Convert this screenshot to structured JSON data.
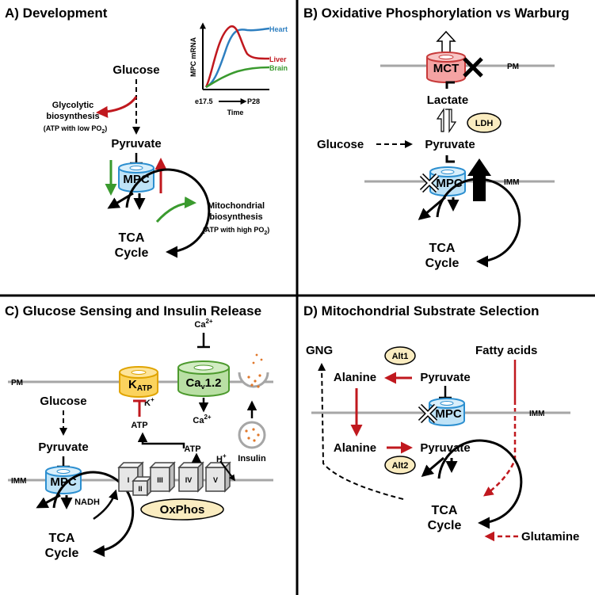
{
  "panels": {
    "a": {
      "title": "A) Development",
      "glucose": "Glucose",
      "pyruvate": "Pyruvate",
      "mpc": "MPC",
      "glyco_line1": "Glycolytic",
      "glyco_line2": "biosynthesis",
      "glyco_line3_pre": "(ATP with low PO",
      "glyco_line3_sub": "2",
      "glyco_line3_post": ")",
      "mito_line1": "Mitochondrial",
      "mito_line2": "biosynthesis",
      "mito_line3_pre": "(ATP with high PO",
      "mito_line3_sub": "2",
      "mito_line3_post": ")",
      "tca_line1": "TCA",
      "tca_line2": "Cycle",
      "inset": {
        "ylabel": "MPC mRNA",
        "x_start": "e17.5",
        "x_end": "P28",
        "xlabel": "Time",
        "series": [
          {
            "name": "Heart",
            "color": "#2e7fc0"
          },
          {
            "name": "Liver",
            "color": "#c0181e"
          },
          {
            "name": "Brain",
            "color": "#3a9a2e"
          }
        ]
      }
    },
    "b": {
      "title": "B) Oxidative Phosphorylation vs Warburg",
      "mct": "MCT",
      "pm": "PM",
      "lactate": "Lactate",
      "ldh": "LDH",
      "glucose": "Glucose",
      "pyruvate": "Pyruvate",
      "mpc": "MPC",
      "imm": "IMM",
      "tca_line1": "TCA",
      "tca_line2": "Cycle"
    },
    "c": {
      "title": "C) Glucose Sensing and Insulin Release",
      "pm": "PM",
      "imm": "IMM",
      "glucose": "Glucose",
      "pyruvate": "Pyruvate",
      "mpc": "MPC",
      "katp_main": "K",
      "katp_sub": "ATP",
      "kplus": "K",
      "kplus_sup": "+",
      "cav_pre": "Ca",
      "cav_sub": "v",
      "cav_post": "1.2",
      "ca_top": "Ca",
      "ca_top_sup": "2+",
      "ca_bottom": "Ca",
      "ca_bottom_sup": "2+",
      "atp_left": "ATP",
      "atp_right": "ATP",
      "hplus": "H",
      "hplus_sup": "+",
      "insulin": "Insulin",
      "nadh": "NADH",
      "complexes": [
        "I",
        "II",
        "III",
        "IV",
        "V"
      ],
      "oxphos": "OxPhos",
      "tca_line1": "TCA",
      "tca_line2": "Cycle"
    },
    "d": {
      "title": "D) Mitochondrial Substrate Selection",
      "gng": "GNG",
      "alt1": "Alt1",
      "alt2": "Alt2",
      "fatty_acids": "Fatty acids",
      "alanine_top": "Alanine",
      "pyruvate_top": "Pyruvate",
      "mpc": "MPC",
      "imm": "IMM",
      "alanine_bottom": "Alanine",
      "pyruvate_bottom": "Pyruvate",
      "tca_line1": "TCA",
      "tca_line2": "Cycle",
      "glutamine": "Glutamine"
    }
  },
  "colors": {
    "membrane": "#a6a6a6",
    "mpc_fill": "#bfe3f7",
    "mpc_stroke": "#2c8fd0",
    "mct_fill": "#f4a3a3",
    "mct_stroke": "#c73a3a",
    "katp_fill": "#fbd35e",
    "katp_stroke": "#e0a400",
    "cav_fill": "#b9dfa4",
    "cav_stroke": "#4d9a2e",
    "enzyme_fill": "#faecc0",
    "red_arrow": "#c0181e",
    "green_arrow": "#3a9a2e",
    "complex_fill": "#e6e6e6"
  }
}
